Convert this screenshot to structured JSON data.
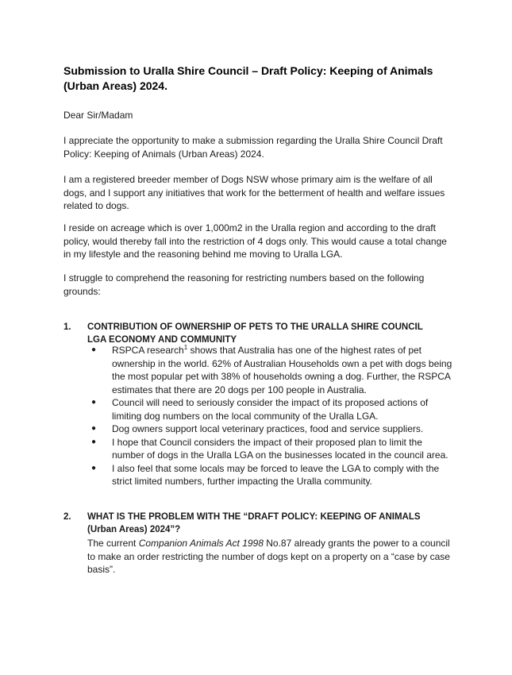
{
  "title": "Submission to Uralla Shire Council – Draft Policy: Keeping of Animals (Urban Areas) 2024.",
  "salutation": "Dear Sir/Madam",
  "paragraphs": [
    "I appreciate the opportunity to make a submission regarding the Uralla Shire Council Draft Policy: Keeping of Animals (Urban Areas) 2024.",
    "I am a registered breeder member of Dogs NSW whose primary aim is the welfare of all dogs, and I support any initiatives that work for the betterment of health and welfare issues related to dogs.",
    "I reside on acreage which is over 1,000m2 in the Uralla region and according to the draft policy, would thereby fall into the restriction of 4 dogs only. This would cause a total change in my lifestyle and the reasoning behind me moving to Uralla LGA.",
    "I struggle to comprehend the reasoning for restricting numbers based on the following grounds:"
  ],
  "sections": [
    {
      "number": "1.",
      "heading": "CONTRIBUTION OF OWNERSHIP OF PETS TO THE URALLA SHIRE COUNCIL LGA ECONOMY AND COMMUNITY",
      "bullets": [
        {
          "lead": "RSPCA research",
          "footnote": "1",
          "text": " shows that Australia has one of the highest rates of pet ownership in the world. 62% of Australian Households own a pet with dogs being the most popular pet with 38% of households owning a dog. Further, the RSPCA estimates that there are 20 dogs per 100 people in Australia."
        },
        {
          "lead": "Council will need to seriously consider the impact of its proposed actions of limiting dog numbers on the local community of the Uralla LGA.",
          "footnote": "",
          "text": ""
        },
        {
          "lead": "Dog owners support local veterinary practices, food and service suppliers.",
          "footnote": "",
          "text": ""
        },
        {
          "lead": "I hope that Council considers the impact of their proposed plan to limit the number of dogs in the Uralla LGA on the businesses located in the council area.",
          "footnote": "",
          "text": ""
        },
        {
          "lead": "I also feel that some locals may be forced to leave the LGA to comply with the strict limited numbers, further impacting the Uralla community.",
          "footnote": "",
          "text": ""
        }
      ]
    },
    {
      "number": "2.",
      "heading": "WHAT IS THE PROBLEM WITH THE “DRAFT POLICY: KEEPING OF ANIMALS (Urban Areas) 2024”?",
      "body_pre": "The current ",
      "body_em": "Companion Animals Act 1998",
      "body_post": " No.87 already grants the power to a council to make an order restricting the number of dogs kept on a property on a “case by case basis”."
    }
  ]
}
